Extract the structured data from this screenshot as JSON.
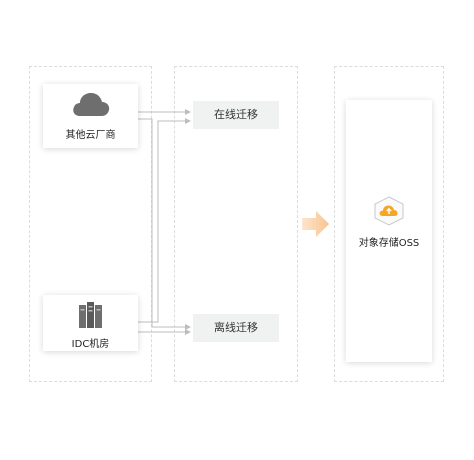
{
  "sources": [
    {
      "label": "其他云厂商",
      "icon": "cloud-icon"
    },
    {
      "label": "IDC机房",
      "icon": "server-rack-icon"
    }
  ],
  "migrations": [
    {
      "label": "在线迁移"
    },
    {
      "label": "离线迁移"
    }
  ],
  "target": {
    "label": "对象存储OSS",
    "icon": "oss-cloud-upload-icon"
  },
  "colors": {
    "dashed_border": "#dcdcdc",
    "connector": "#bdbdbd",
    "migration_box": "#f0f1f1",
    "accent_orange": "#f5a623",
    "arrow_peach": "#fbd9b3",
    "icon_gray": "#6e6e6e"
  }
}
